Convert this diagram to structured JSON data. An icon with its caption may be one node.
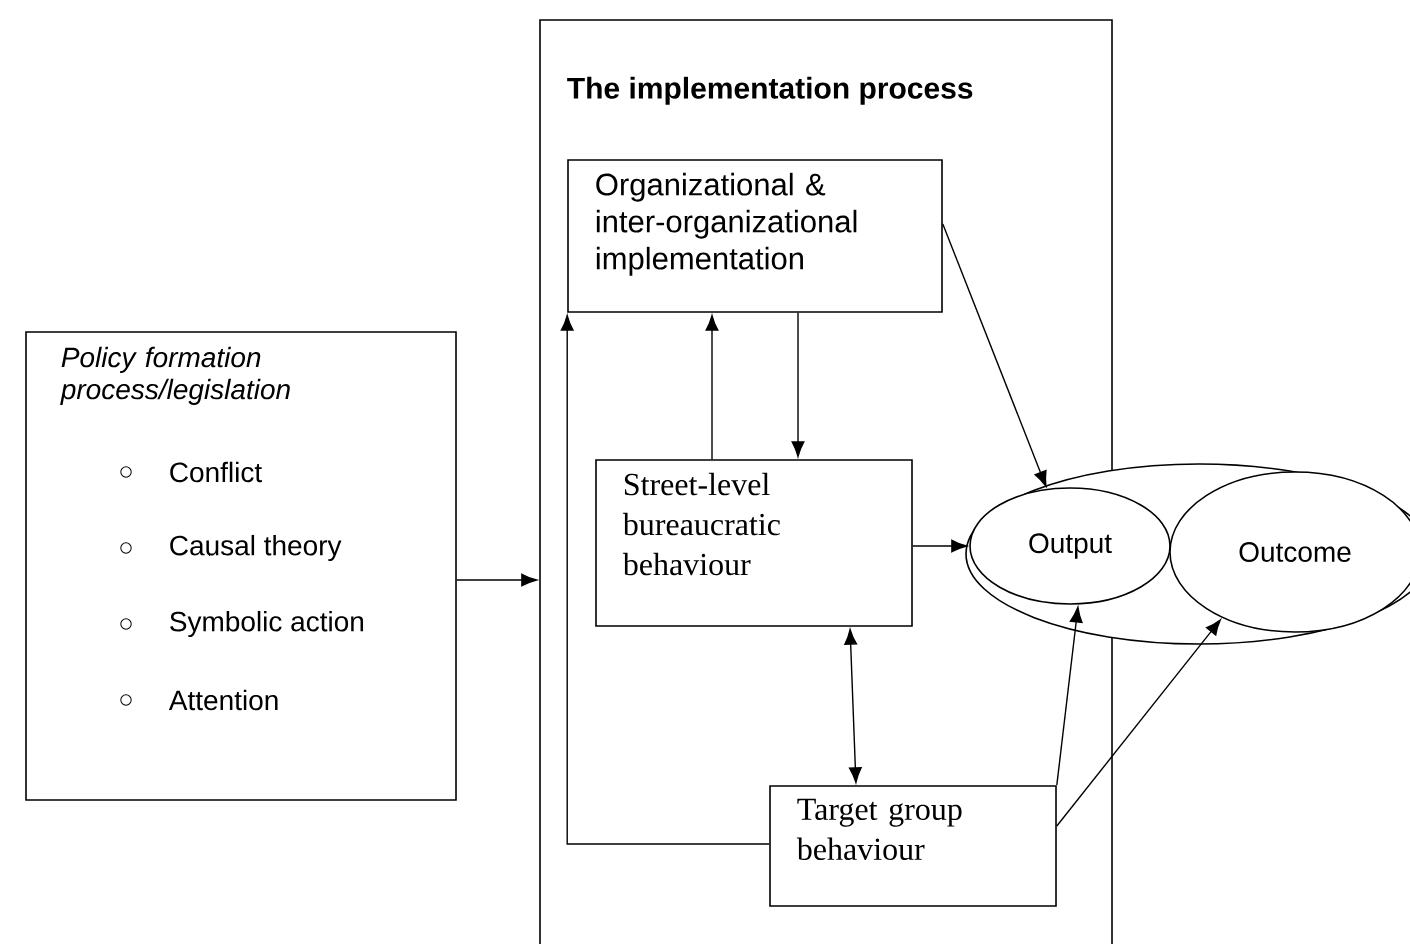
{
  "diagram": {
    "nodes": [
      {
        "text": [
          "Policy formation process/legislation",
          "Conflict",
          "Causal theory",
          "Symbolic action",
          "Attention"
        ]
      },
      {
        "text": [
          "The implementation process"
        ]
      },
      {
        "text": [
          "Organizational & inter-organizational implementation"
        ],
        "in": 1
      },
      {
        "text": [
          "Street-level bureaucratic behaviour"
        ],
        "in": 1
      },
      {
        "text": [
          "Target group behaviour"
        ],
        "in": 1
      },
      {
        "text": [],
        "shape": "ellipse"
      },
      {
        "text": [
          "Output"
        ],
        "in": 5
      },
      {
        "text": [
          "Outcome"
        ],
        "in": 5
      }
    ],
    "edges": [
      {
        "from": 0,
        "to": 1,
        "arrow": "to"
      },
      {
        "from": 3,
        "to": 2,
        "arrow": "to"
      },
      {
        "from": 2,
        "to": 3,
        "arrow": "to"
      },
      {
        "from": 4,
        "to": 2,
        "arrow": "to"
      },
      {
        "from": 3,
        "to": 6,
        "arrow": "to"
      },
      {
        "from": 2,
        "to": 6,
        "arrow": "to"
      },
      {
        "from": 3,
        "to": 4,
        "arrow": "both"
      },
      {
        "from": 4,
        "to": 6,
        "arrow": "to"
      },
      {
        "from": 4,
        "to": 7,
        "arrow": "to"
      }
    ]
  }
}
